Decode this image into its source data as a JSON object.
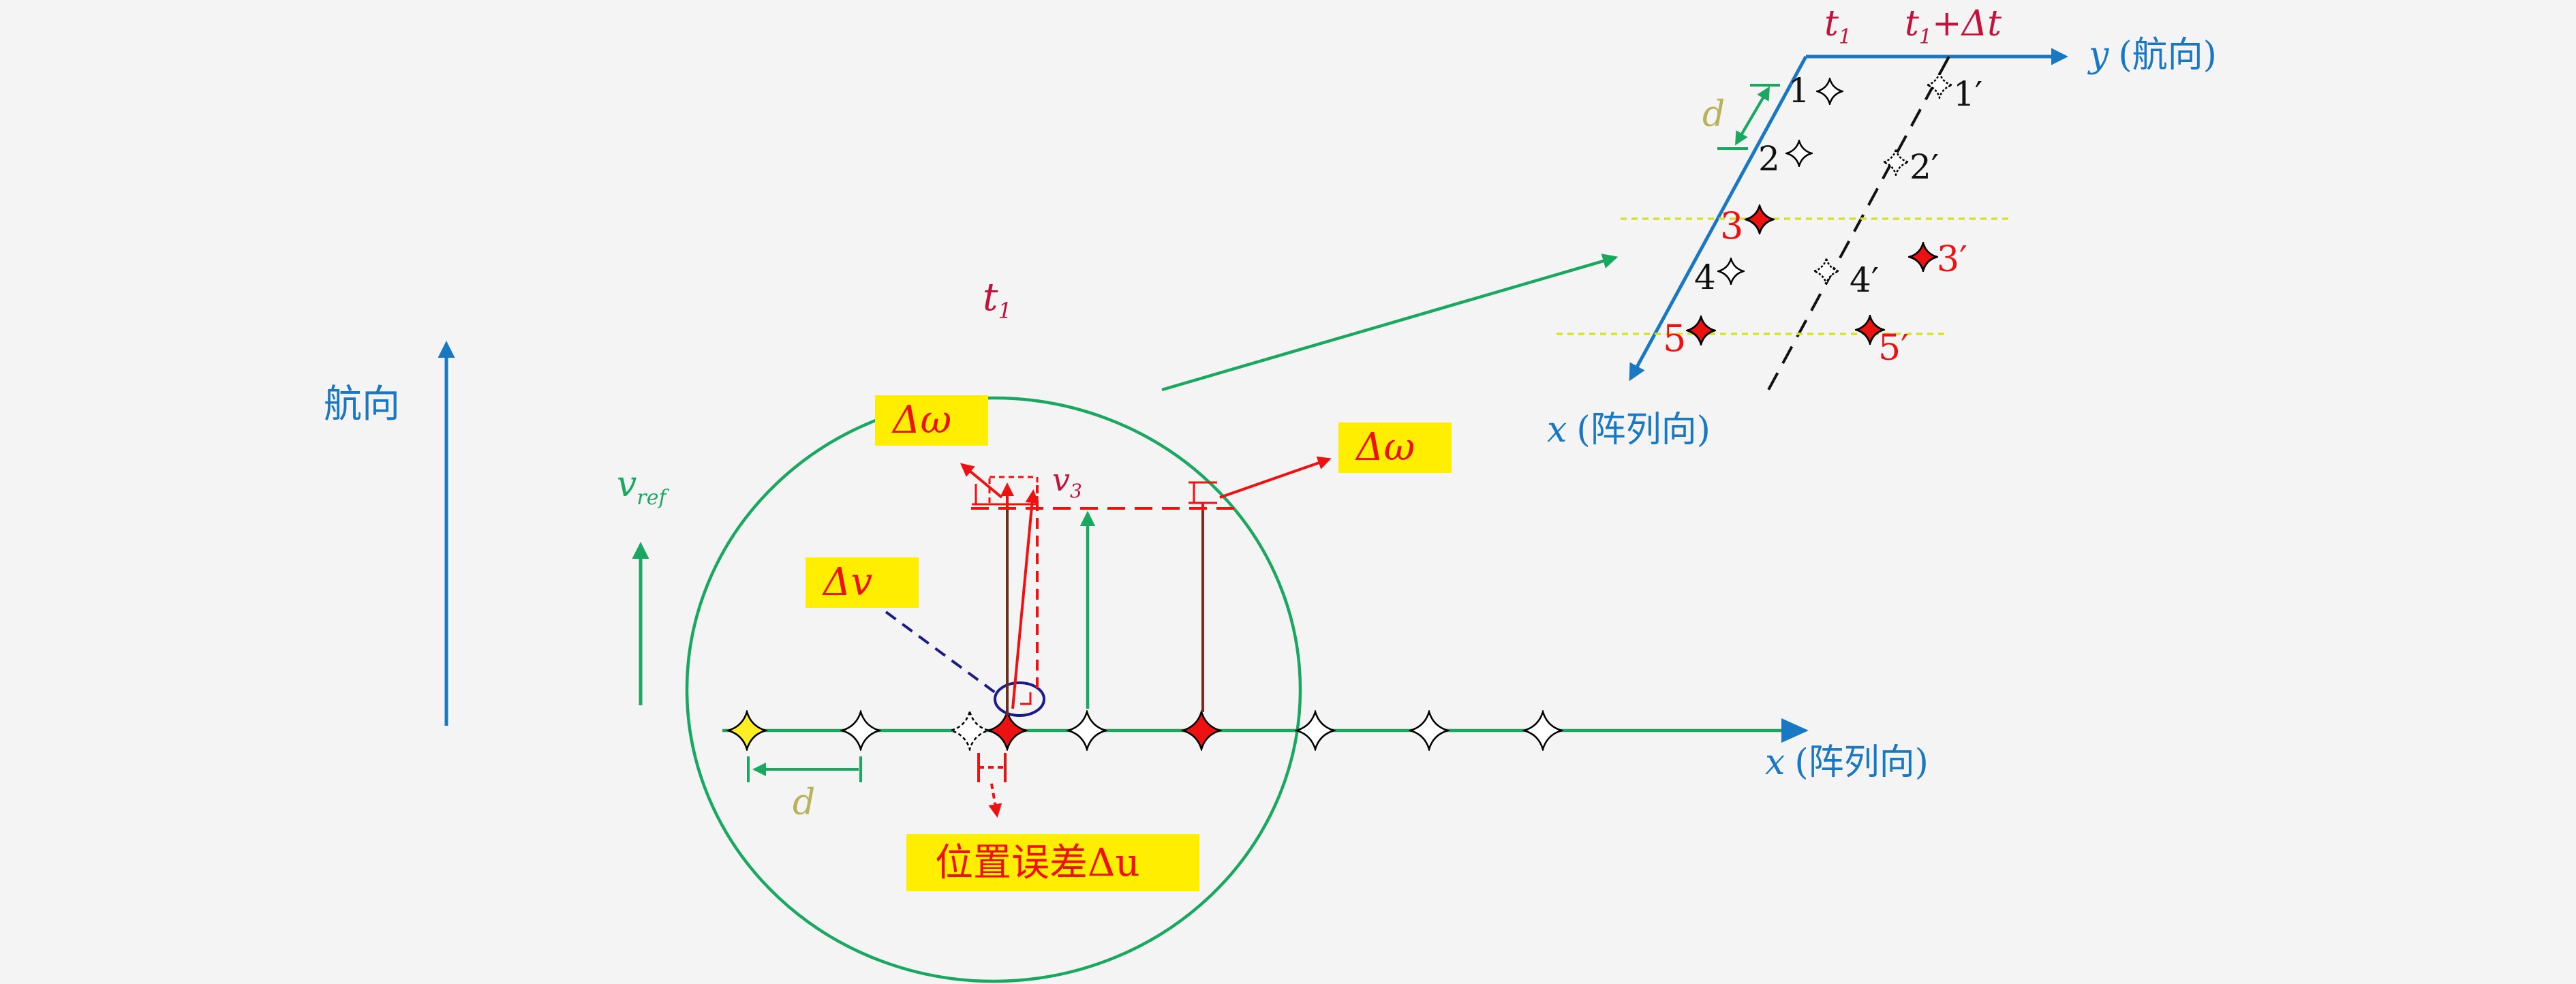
{
  "labels": {
    "heading": "航向",
    "v_ref": "v",
    "v_ref_sub": "ref",
    "t1_circle": "t",
    "t1_circle_sub": "1",
    "delta_v": "Δv",
    "delta_omega_left": "Δω",
    "delta_omega_right": "Δω",
    "v3": "v",
    "v3_sub": "3",
    "d_bottom": "d",
    "position_error": "位置误差Δu",
    "x_axis_bottom_var": "x",
    "x_axis_bottom_text": "(阵列向)",
    "inset_t1": "t",
    "inset_t1_sub": "1",
    "inset_t1dt_a": "t",
    "inset_t1dt_sub": "1",
    "inset_t1dt_b": "+Δt",
    "inset_y_var": "y",
    "inset_y_text": "(航向)",
    "inset_x_var": "x",
    "inset_x_text": "(阵列向)",
    "inset_d": "d",
    "elem_left": [
      "1",
      "2",
      "3",
      "4",
      "5"
    ],
    "elem_right": [
      "1′",
      "2′",
      "3′",
      "4′",
      "5′"
    ]
  },
  "colors": {
    "blue": "#1a78c2",
    "green": "#1aa860",
    "red": "#ee1111",
    "yellow_box": "#ffee00",
    "crimson_text": "#c0143c",
    "olive_text": "#b8b25a",
    "navy": "#1b1b8a"
  }
}
